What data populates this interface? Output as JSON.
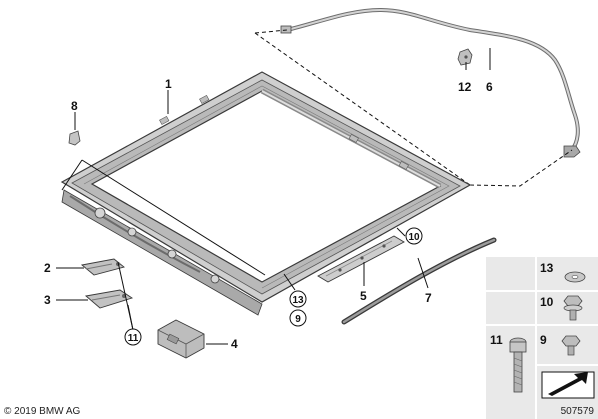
{
  "diagram": {
    "callouts": [
      "1",
      "2",
      "3",
      "4",
      "5",
      "6",
      "7",
      "8",
      "12"
    ],
    "circled_callouts": [
      "9",
      "10",
      "11",
      "13"
    ],
    "legend_tiles": [
      "13",
      "10",
      "9",
      "11"
    ],
    "copyright": "© 2019 BMW AG",
    "diagram_number": "507579",
    "colors": {
      "line": "#111111",
      "part_fill": "#c9c9c9",
      "part_dark": "#8e8e8e",
      "tile": "#e9e9e9"
    }
  }
}
